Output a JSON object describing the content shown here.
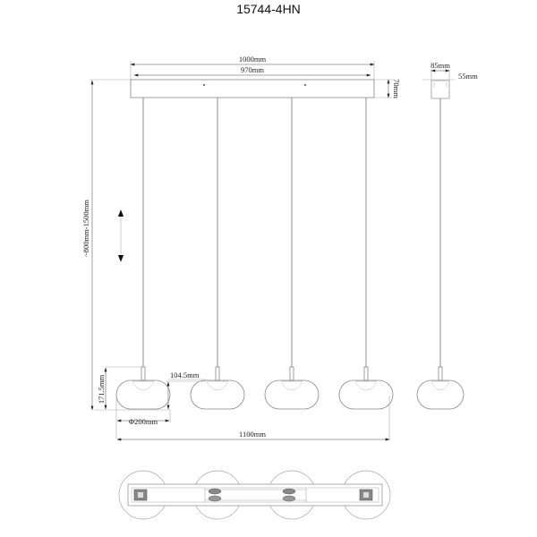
{
  "title": "15744-4HN",
  "dimensions": {
    "canopy_outer_length": "1000mm",
    "canopy_inner_length": "970mm",
    "canopy_height": "70mm",
    "side_canopy_width": "85mm",
    "side_canopy_depth": "55mm",
    "suspension_range": "~800mm-1500mm",
    "shade_height": "171.5mm",
    "shade_inner_height": "104.5mm",
    "shade_diameter": "Φ200mm",
    "overall_length": "1100mm"
  },
  "views": {
    "front": {
      "pendants": 4
    },
    "side": {
      "pendants": 1
    },
    "top": {
      "shades": 4
    }
  },
  "colors": {
    "line": "#888888",
    "text": "#222222",
    "background": "#ffffff"
  }
}
